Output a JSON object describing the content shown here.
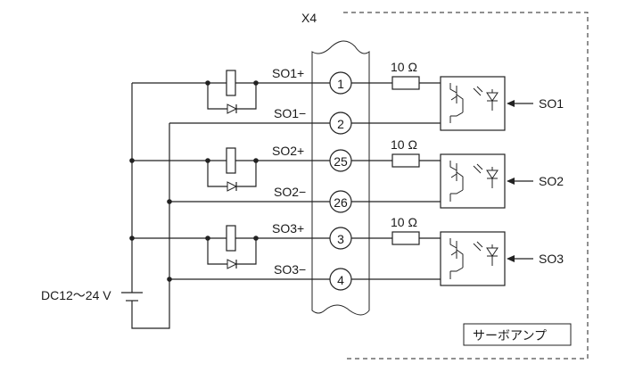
{
  "connector": {
    "label": "X4"
  },
  "outputs": [
    {
      "pos_label": "SO1+",
      "neg_label": "SO1−",
      "pos_pin": "1",
      "neg_pin": "2",
      "resistor": "10 Ω",
      "signal": "SO1"
    },
    {
      "pos_label": "SO2+",
      "neg_label": "SO2−",
      "pos_pin": "25",
      "neg_pin": "26",
      "resistor": "10 Ω",
      "signal": "SO2"
    },
    {
      "pos_label": "SO3+",
      "neg_label": "SO3−",
      "pos_pin": "3",
      "neg_pin": "4",
      "resistor": "10 Ω",
      "signal": "SO3"
    }
  ],
  "power_supply": {
    "label": "DC12～24 V"
  },
  "amplifier": {
    "label": "サーボアンプ"
  }
}
